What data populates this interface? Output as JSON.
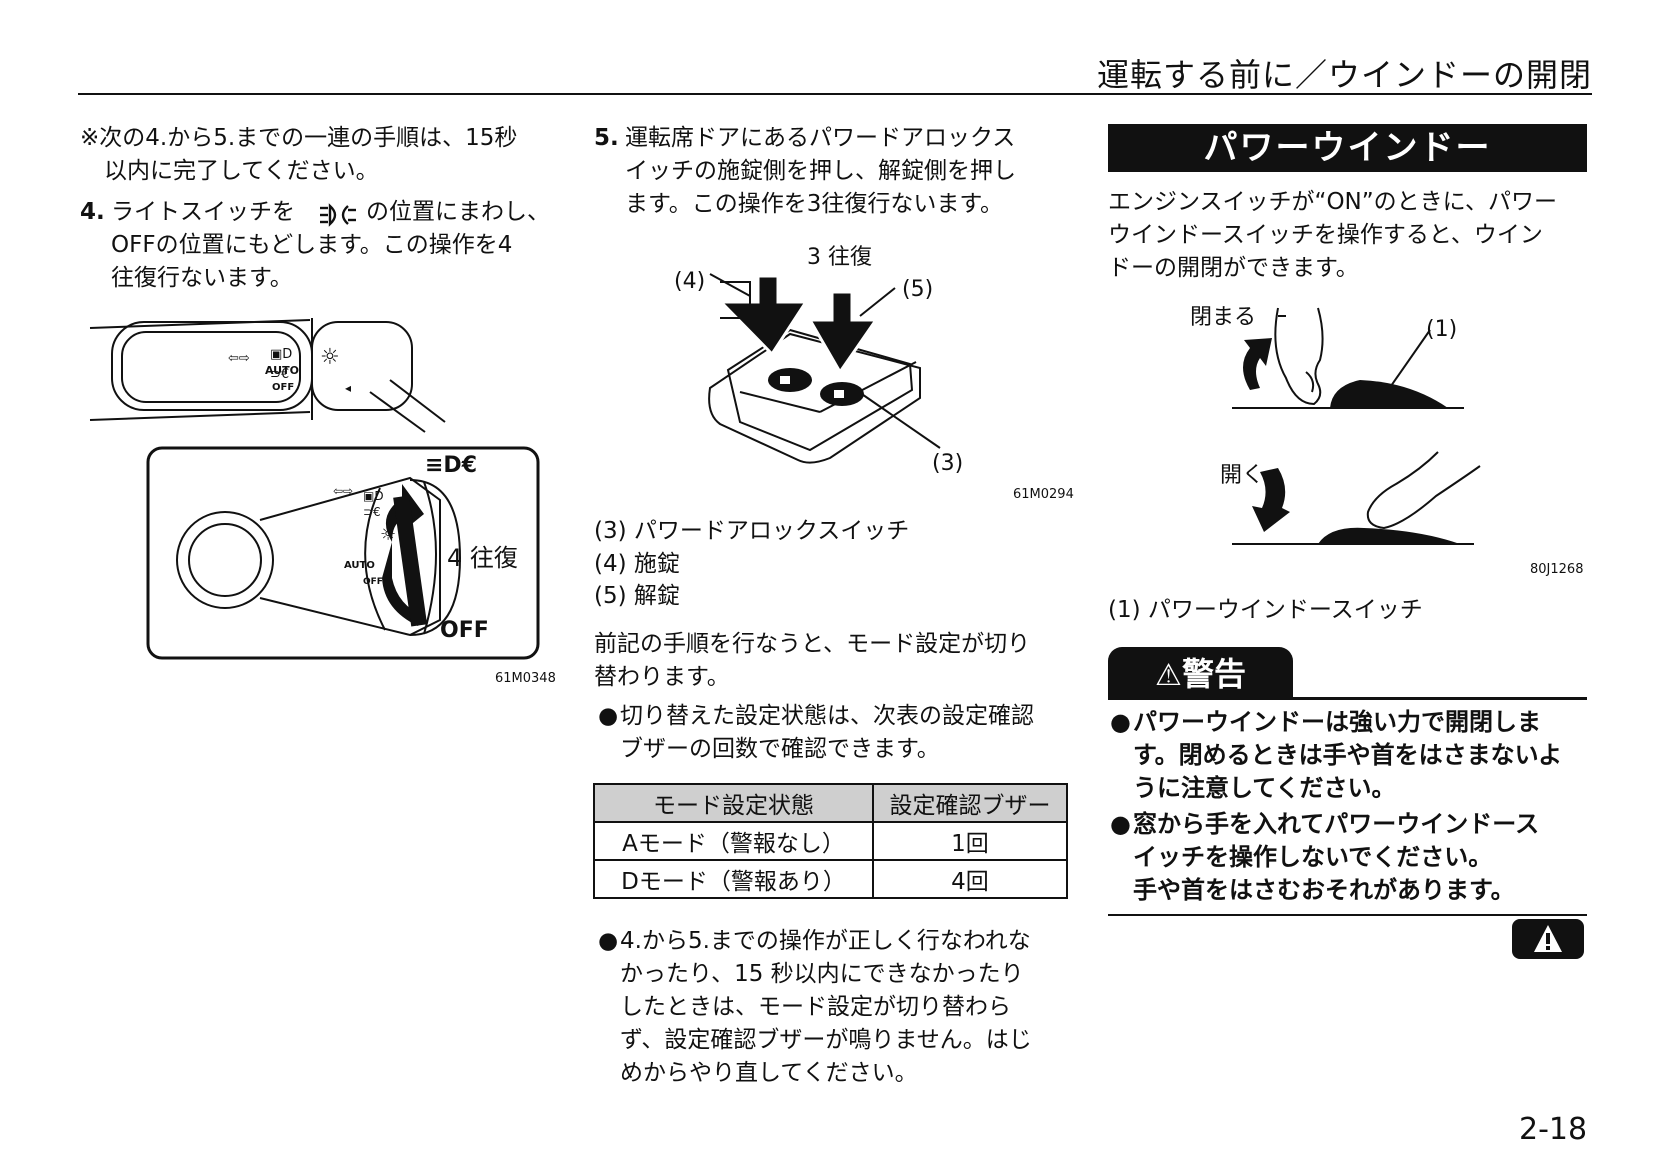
{
  "header": {
    "title": "運転する前に／ウインドーの開閉"
  },
  "col1": {
    "note_line1": "※次の4.から5.までの一連の手順は、15秒",
    "note_line2": "以内に完了してください。",
    "step4_num": "4.",
    "step4_line1a": "ライトスイッチを",
    "step4_line1b": "の位置にまわし、",
    "step4_line2": "OFFの位置にもどします。この操作を4",
    "step4_line3": "往復行ないます。",
    "fig_labels": {
      "auto": "AUTO",
      "off_small": "OFF",
      "times4": "4 往復",
      "off": "OFF"
    },
    "fig_code": "61M0348"
  },
  "col2": {
    "step5_num": "5.",
    "step5_line1": "運転席ドアにあるパワードアロックス",
    "step5_line2": "イッチの施錠側を押し、解錠側を押し",
    "step5_line3": "ます。この操作を3往復行ないます。",
    "fig_labels": {
      "times3": "3 往復",
      "c4": "(4)",
      "c5": "(5)",
      "c3": "(3)"
    },
    "fig_code": "61M0294",
    "legend": [
      "(3) パワードアロックスイッチ",
      "(4) 施錠",
      "(5) 解錠"
    ],
    "after_line1": "前記の手順を行なうと、モード設定が切り",
    "after_line2": "替わります。",
    "bullet1_line1": "切り替えた設定状態は、次表の設定確認",
    "bullet1_line2": "ブザーの回数で確認できます。",
    "table": {
      "headers": [
        "モード設定状態",
        "設定確認ブザー"
      ],
      "rows": [
        [
          "Aモード（警報なし）",
          "1回"
        ],
        [
          "Dモード（警報あり）",
          "4回"
        ]
      ]
    },
    "bullet2_lines": [
      "4.から5.までの操作が正しく行なわれな",
      "かったり、15 秒以内にできなかったり",
      "したときは、モード設定が切り替わら",
      "ず、設定確認ブザーが鳴りません。はじ",
      "めからやり直してください。"
    ]
  },
  "col3": {
    "section_title": "パワーウインドー",
    "intro_lines": [
      "エンジンスイッチが“ON”のときに、パワー",
      "ウインドースイッチを操作すると、ウイン",
      "ドーの開閉ができます。"
    ],
    "fig_labels": {
      "close": "閉まる",
      "c1": "(1)",
      "open": "開く"
    },
    "fig_code": "80J1268",
    "legend": "(1) パワーウインドースイッチ",
    "warning_label": "警告",
    "warning_lines_1": [
      "パワーウインドーは強い力で開閉しま",
      "す。閉めるときは手や首をはさまないよ",
      "うに注意してください。"
    ],
    "warning_lines_2": [
      "窓から手を入れてパワーウインドース",
      "イッチを操作しないでください。",
      "手や首をはさむおそれがあります。"
    ]
  },
  "page_number": "2-18"
}
